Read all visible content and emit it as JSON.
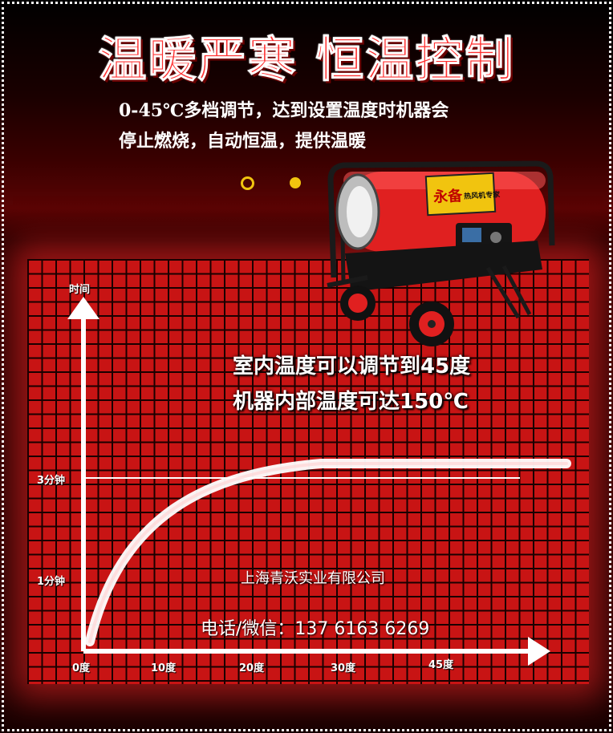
{
  "header": {
    "title": "温暖严寒 恒温控制",
    "intro_line1": "0-45℃多档调节，达到设置温度时机器会",
    "intro_line2": "停止燃烧，自动恒温，提供温暖"
  },
  "product": {
    "brand": "永备",
    "tagline": "热风机专家"
  },
  "features": {
    "line1": "室内温度可以调节到45度",
    "line2": "机器内部温度可达150℃"
  },
  "chart": {
    "y_axis_label": "时间",
    "y_ticks": [
      "3分钟",
      "1分钟"
    ],
    "x_ticks": [
      "0度",
      "10度",
      "20度",
      "30度",
      "45度"
    ]
  },
  "contact": {
    "company": "上海青沃实业有限公司",
    "phone": "电话/微信：137 6163 6269"
  },
  "colors": {
    "accent": "#ff3030",
    "grid_red": "#c81414",
    "heater_red": "#e02020",
    "dot_yellow": "#f1c40f"
  }
}
